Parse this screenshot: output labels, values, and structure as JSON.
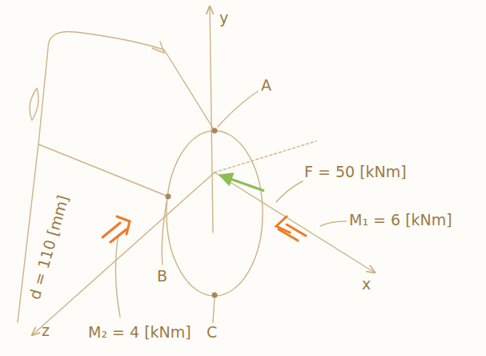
{
  "diagram": {
    "labels": [
      "y",
      "A",
      "F = 50 [kNm]",
      "M₁ = 6 [kNm]",
      "x",
      "z",
      "d = 110 [mm]",
      "B",
      "C",
      "M₂ = 4 [kNm]"
    ]
  }
}
